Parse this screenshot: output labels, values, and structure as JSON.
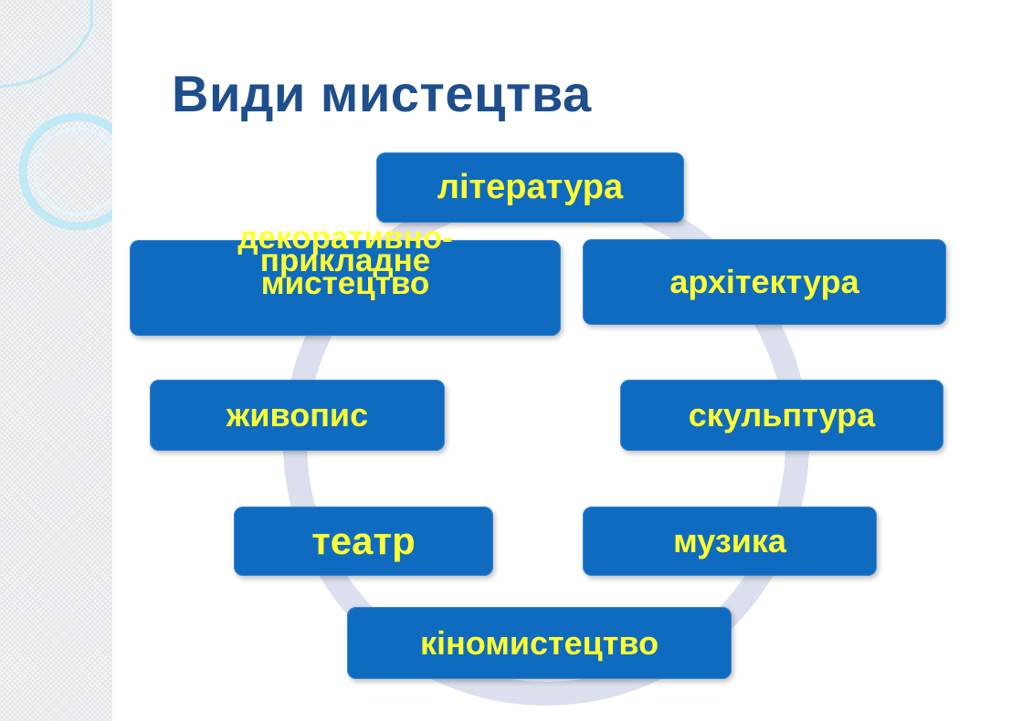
{
  "title": "Види мистецтва",
  "colors": {
    "box_fill": "#0f6bbf",
    "box_text": "#ffff33",
    "title": "#1f4e8c",
    "ring": "#dcdfee"
  },
  "items": [
    {
      "id": "literature",
      "label": "література"
    },
    {
      "id": "decorative",
      "label": "декоративно-прикладне мистецтво",
      "lines": [
        "декоративно-",
        "прикладне",
        "мистецтво"
      ]
    },
    {
      "id": "architecture",
      "label": "архітектура"
    },
    {
      "id": "painting",
      "label": "живопис"
    },
    {
      "id": "sculpture",
      "label": "скульптура"
    },
    {
      "id": "theatre",
      "label": "театр"
    },
    {
      "id": "music",
      "label": "музика"
    },
    {
      "id": "cinema",
      "label": "кіномистецтво"
    }
  ]
}
